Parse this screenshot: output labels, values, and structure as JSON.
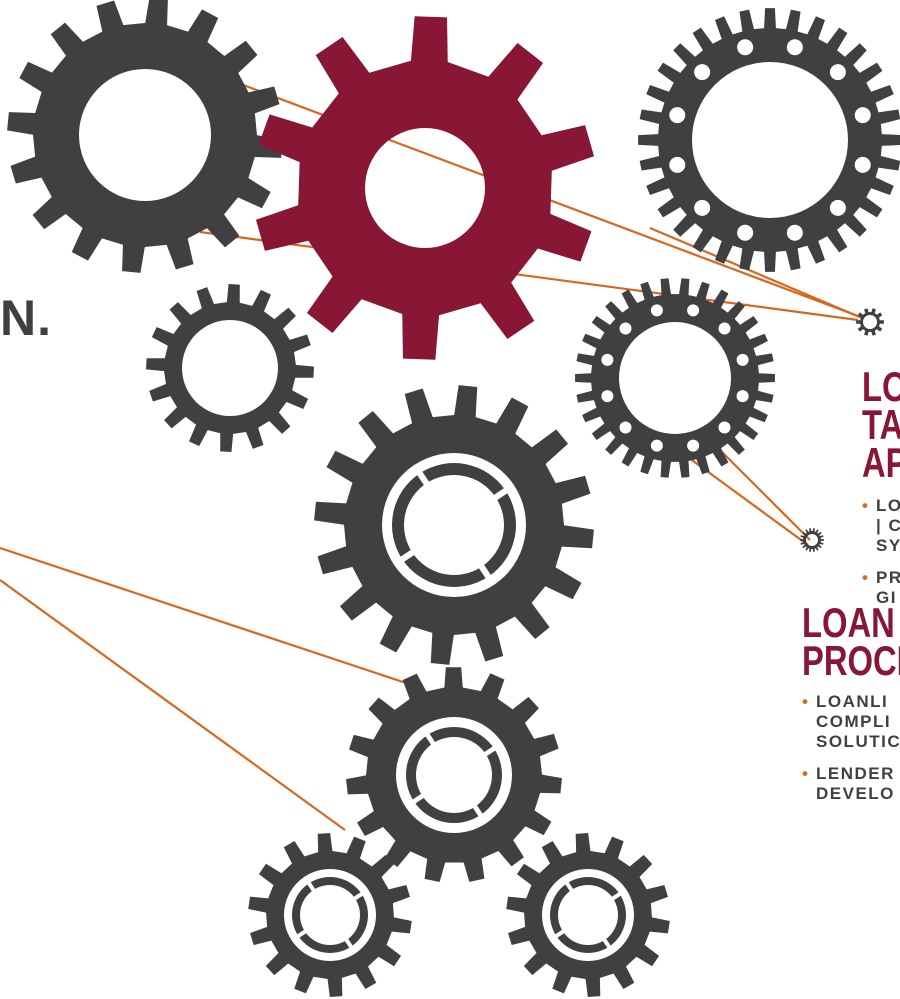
{
  "colors": {
    "gear_gray": "#404042",
    "gear_maroon": "#881635",
    "connector": "#d9661b",
    "title": "#881635",
    "text": "#404042",
    "bullet": "#d9661b"
  },
  "stray_text": "N.",
  "label_1": {
    "title_lines": [
      "LO",
      "TA",
      "AP"
    ],
    "items": [
      {
        "lines": [
          "LO",
          "| C",
          "SY"
        ]
      },
      {
        "lines": [
          "PR",
          "GI"
        ]
      }
    ]
  },
  "label_2": {
    "title_lines": [
      "LOAN",
      "PROCE"
    ],
    "items": [
      {
        "lines": [
          "LOANLI",
          "COMPLI",
          "SOLUTIC"
        ]
      },
      {
        "lines": [
          "LENDER",
          "DEVELO"
        ]
      }
    ]
  }
}
